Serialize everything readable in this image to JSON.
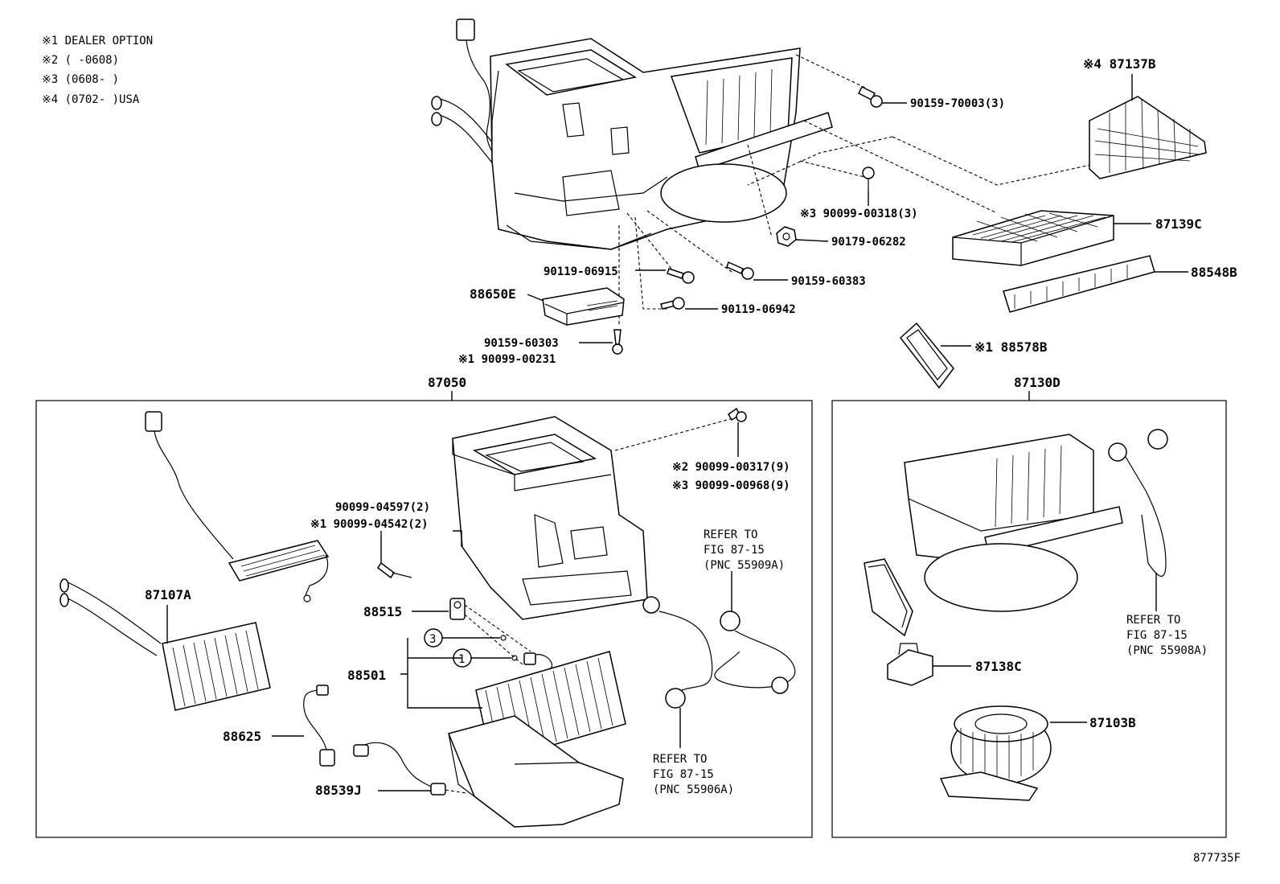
{
  "notes": {
    "n1": "※1 DEALER OPTION",
    "n2": "※2 (     -0608)",
    "n3": "※3 (0608-     )",
    "n4": "※4 (0702-     )USA"
  },
  "groups": {
    "left_assy": "87050",
    "right_assy": "87130D"
  },
  "labels": {
    "p87137B": "※4 87137B",
    "p90159_70003": "90159-70003(3)",
    "p90099_00318": "※3 90099-00318(3)",
    "p87139C": "87139C",
    "p90179_06282": "90179-06282",
    "p88548B": "88548B",
    "p90119_06915": "90119-06915",
    "p90159_60383": "90159-60383",
    "p88650E": "88650E",
    "p90119_06942": "90119-06942",
    "p90159_60303": "90159-60303",
    "p90099_00231": "※1 90099-00231",
    "p88578B": "※1 88578B",
    "p90099_00317": "※2 90099-00317(9)",
    "p90099_00968": "※3 90099-00968(9)",
    "p90099_04597": "90099-04597(2)",
    "p90099_04542": "※1 90099-04542(2)",
    "p87107A": "87107A",
    "p88515": "88515",
    "p88501": "88501",
    "p88625": "88625",
    "p88539J": "88539J",
    "p87138C": "87138C",
    "p87103B": "87103B",
    "circle3": "3",
    "circle1": "1"
  },
  "refs": {
    "r1": {
      "line1": "REFER TO",
      "line2": "FIG 87-15",
      "line3": "(PNC 55909A)"
    },
    "r2": {
      "line1": "REFER TO",
      "line2": "FIG 87-15",
      "line3": "(PNC 55906A)"
    },
    "r3": {
      "line1": "REFER TO",
      "line2": "FIG 87-15",
      "line3": "(PNC 55908A)"
    }
  },
  "footer": {
    "code": "877735F"
  }
}
